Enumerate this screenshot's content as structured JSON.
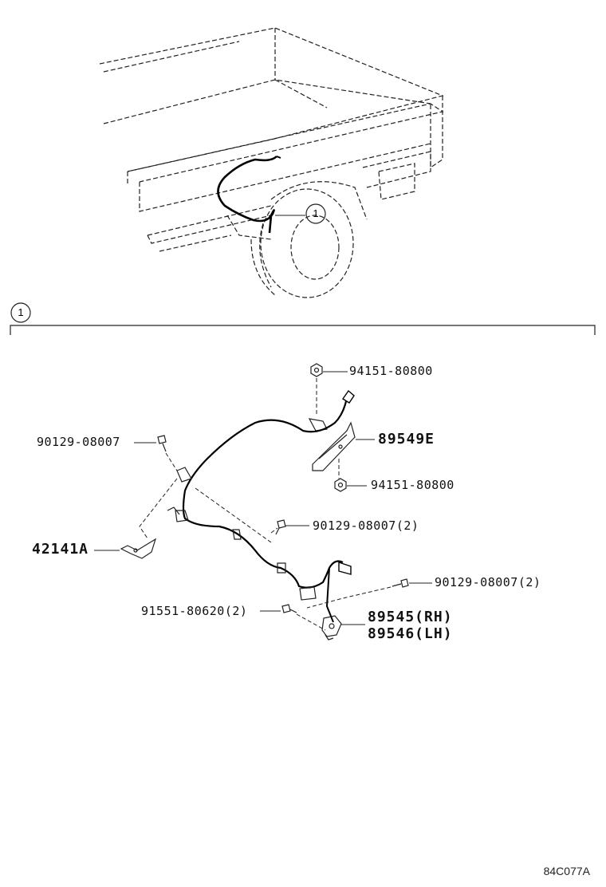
{
  "callouts": {
    "top_ref": "1",
    "section_ref": "1"
  },
  "parts": {
    "nut_top": "94151-80800",
    "bracket": "89549E",
    "nut_bottom": "94151-80800",
    "bolt_left": "90129-08007",
    "bolt_mid": "90129-08007(2)",
    "clamp": "42141A",
    "bolt_right": "90129-08007(2)",
    "bolt_lower": "91551-80620(2)",
    "sensor_rh": "89545(RH)",
    "sensor_lh": "89546(LH)"
  },
  "diagram_code": "84C077A"
}
